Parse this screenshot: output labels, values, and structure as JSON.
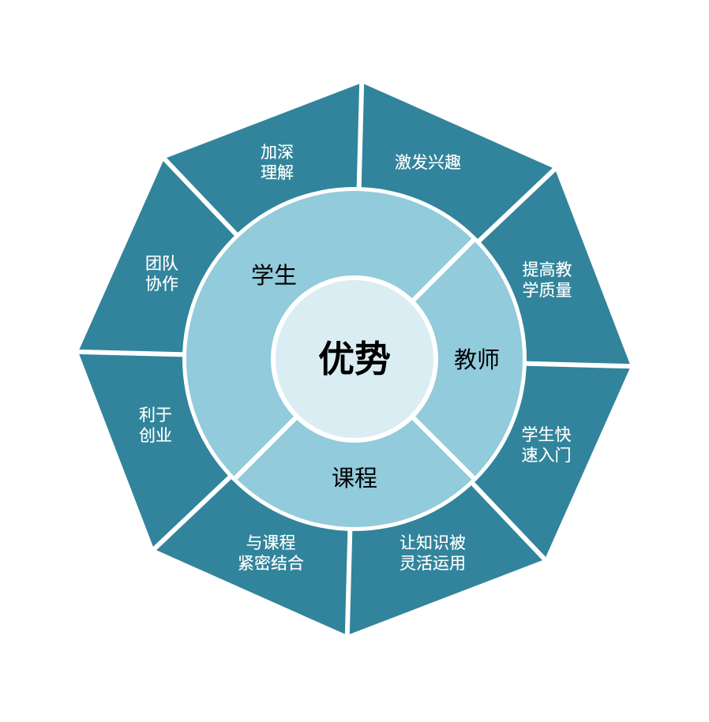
{
  "diagram": {
    "center": {
      "label": "优势",
      "fill": "#daedf3"
    },
    "middle_ring": {
      "fill": "#92cbdb",
      "segments": [
        {
          "label": "学生"
        },
        {
          "label": "教师"
        },
        {
          "label": "课程"
        }
      ]
    },
    "outer_ring": {
      "fill": "#31849b",
      "segments": [
        {
          "line1": "加深",
          "line2": "理解"
        },
        {
          "line1": "激发兴趣",
          "line2": ""
        },
        {
          "line1": "提高教",
          "line2": "学质量"
        },
        {
          "line1": "学生快",
          "line2": "速入门"
        },
        {
          "line1": "让知识被",
          "line2": "灵活运用"
        },
        {
          "line1": "与课程",
          "line2": "紧密结合"
        },
        {
          "line1": "利于",
          "line2": "创业"
        },
        {
          "line1": "团队",
          "line2": "协作"
        }
      ]
    },
    "divider_color": "#ffffff"
  }
}
